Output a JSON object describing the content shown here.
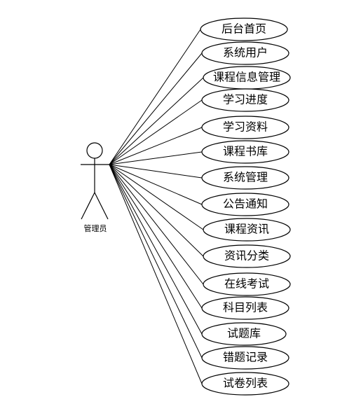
{
  "actor": {
    "label": "管理员"
  },
  "use_cases": [
    {
      "label": "后台首页"
    },
    {
      "label": "系统用户"
    },
    {
      "label": "课程信息管理"
    },
    {
      "label": "学习进度"
    },
    {
      "label": "学习资料"
    },
    {
      "label": "课程书库"
    },
    {
      "label": "系统管理"
    },
    {
      "label": "公告通知"
    },
    {
      "label": "课程资讯"
    },
    {
      "label": "资讯分类"
    },
    {
      "label": "在线考试"
    },
    {
      "label": "科目列表"
    },
    {
      "label": "试题库"
    },
    {
      "label": "错题记录"
    },
    {
      "label": "试卷列表"
    }
  ]
}
